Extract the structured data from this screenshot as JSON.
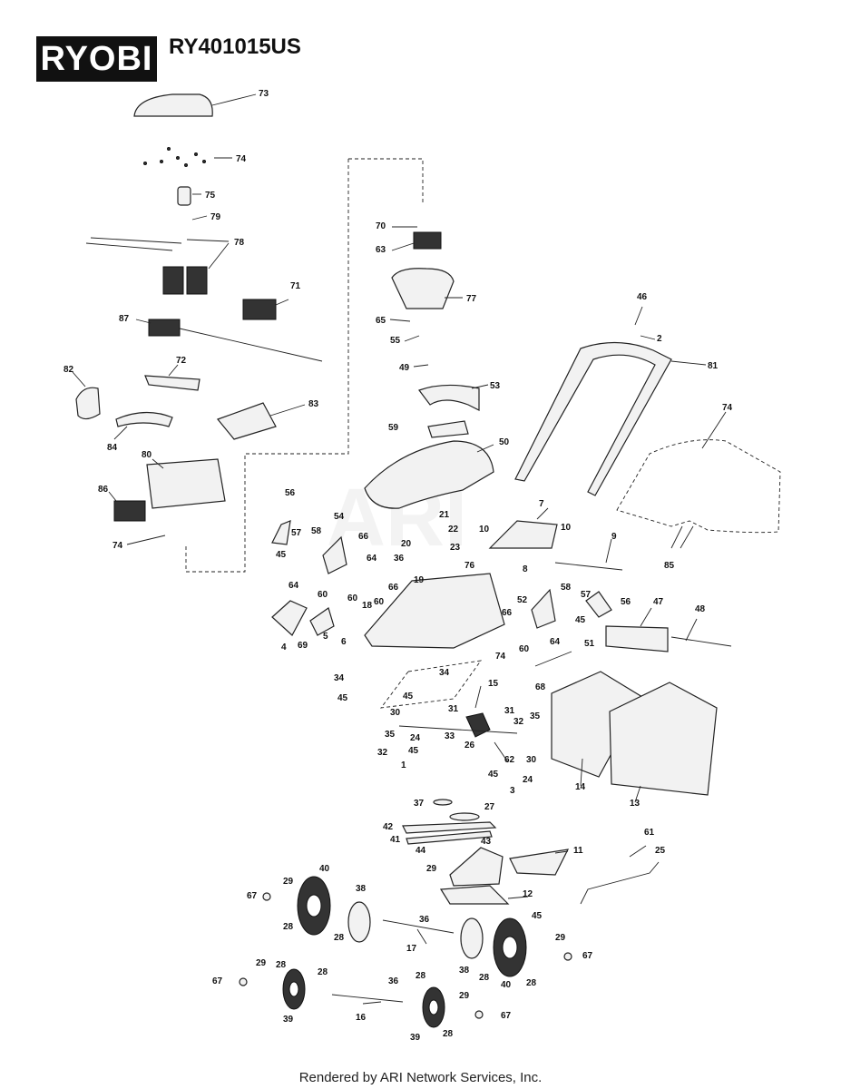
{
  "header": {
    "brand": "RYOBI",
    "model": "RY401015US"
  },
  "footer": {
    "text": "Rendered by ARI Network Services, Inc."
  },
  "watermark": "ARI",
  "callouts": [
    {
      "id": "c73",
      "label": "73"
    },
    {
      "id": "c74a",
      "label": "74"
    },
    {
      "id": "c75",
      "label": "75"
    },
    {
      "id": "c79",
      "label": "79"
    },
    {
      "id": "c78",
      "label": "78"
    },
    {
      "id": "c71",
      "label": "71"
    },
    {
      "id": "c87",
      "label": "87"
    },
    {
      "id": "c82",
      "label": "82"
    },
    {
      "id": "c72",
      "label": "72"
    },
    {
      "id": "c84",
      "label": "84"
    },
    {
      "id": "c83",
      "label": "83"
    },
    {
      "id": "c80",
      "label": "80"
    },
    {
      "id": "c86",
      "label": "86"
    },
    {
      "id": "c74b",
      "label": "74"
    },
    {
      "id": "c70",
      "label": "70"
    },
    {
      "id": "c63",
      "label": "63"
    },
    {
      "id": "c77",
      "label": "77"
    },
    {
      "id": "c65",
      "label": "65"
    },
    {
      "id": "c55",
      "label": "55"
    },
    {
      "id": "c49",
      "label": "49"
    },
    {
      "id": "c53",
      "label": "53"
    },
    {
      "id": "c59",
      "label": "59"
    },
    {
      "id": "c50",
      "label": "50"
    },
    {
      "id": "c46",
      "label": "46"
    },
    {
      "id": "c2",
      "label": "2"
    },
    {
      "id": "c81",
      "label": "81"
    },
    {
      "id": "c74c",
      "label": "74"
    },
    {
      "id": "c85",
      "label": "85"
    },
    {
      "id": "c56a",
      "label": "56"
    },
    {
      "id": "c58a",
      "label": "58"
    },
    {
      "id": "c54",
      "label": "54"
    },
    {
      "id": "c57a",
      "label": "57"
    },
    {
      "id": "c45a",
      "label": "45"
    },
    {
      "id": "c66a",
      "label": "66"
    },
    {
      "id": "c64a",
      "label": "64"
    },
    {
      "id": "c64b",
      "label": "64"
    },
    {
      "id": "c60a",
      "label": "60"
    },
    {
      "id": "c60b",
      "label": "60"
    },
    {
      "id": "c60c",
      "label": "60"
    },
    {
      "id": "c18",
      "label": "18"
    },
    {
      "id": "c66b",
      "label": "66"
    },
    {
      "id": "c4",
      "label": "4"
    },
    {
      "id": "c69",
      "label": "69"
    },
    {
      "id": "c5",
      "label": "5"
    },
    {
      "id": "c6",
      "label": "6"
    },
    {
      "id": "c21",
      "label": "21"
    },
    {
      "id": "c22",
      "label": "22"
    },
    {
      "id": "c20",
      "label": "20"
    },
    {
      "id": "c23",
      "label": "23"
    },
    {
      "id": "c36a",
      "label": "36"
    },
    {
      "id": "c19",
      "label": "19"
    },
    {
      "id": "c76",
      "label": "76"
    },
    {
      "id": "c7",
      "label": "7"
    },
    {
      "id": "c10a",
      "label": "10"
    },
    {
      "id": "c10b",
      "label": "10"
    },
    {
      "id": "c9",
      "label": "9"
    },
    {
      "id": "c8",
      "label": "8"
    },
    {
      "id": "c58b",
      "label": "58"
    },
    {
      "id": "c52",
      "label": "52"
    },
    {
      "id": "c57b",
      "label": "57"
    },
    {
      "id": "c56b",
      "label": "56"
    },
    {
      "id": "c66c",
      "label": "66"
    },
    {
      "id": "c45b",
      "label": "45"
    },
    {
      "id": "c64c",
      "label": "64"
    },
    {
      "id": "c51",
      "label": "51"
    },
    {
      "id": "c60d",
      "label": "60"
    },
    {
      "id": "c47",
      "label": "47"
    },
    {
      "id": "c48",
      "label": "48"
    },
    {
      "id": "c68",
      "label": "68"
    },
    {
      "id": "c74d",
      "label": "74"
    },
    {
      "id": "c34a",
      "label": "34"
    },
    {
      "id": "c34b",
      "label": "34"
    },
    {
      "id": "c45c",
      "label": "45"
    },
    {
      "id": "c45d",
      "label": "45"
    },
    {
      "id": "c15",
      "label": "15"
    },
    {
      "id": "c31a",
      "label": "31"
    },
    {
      "id": "c31b",
      "label": "31"
    },
    {
      "id": "c30a",
      "label": "30"
    },
    {
      "id": "c32a",
      "label": "32"
    },
    {
      "id": "c35a",
      "label": "35"
    },
    {
      "id": "c24a",
      "label": "24"
    },
    {
      "id": "c33",
      "label": "33"
    },
    {
      "id": "c32b",
      "label": "32"
    },
    {
      "id": "c35b",
      "label": "35"
    },
    {
      "id": "c45e",
      "label": "45"
    },
    {
      "id": "c26",
      "label": "26"
    },
    {
      "id": "c62",
      "label": "62"
    },
    {
      "id": "c30b",
      "label": "30"
    },
    {
      "id": "c45f",
      "label": "45"
    },
    {
      "id": "c24b",
      "label": "24"
    },
    {
      "id": "c1",
      "label": "1"
    },
    {
      "id": "c3",
      "label": "3"
    },
    {
      "id": "c14",
      "label": "14"
    },
    {
      "id": "c13",
      "label": "13"
    },
    {
      "id": "c37",
      "label": "37"
    },
    {
      "id": "c27",
      "label": "27"
    },
    {
      "id": "c42",
      "label": "42"
    },
    {
      "id": "c41",
      "label": "41"
    },
    {
      "id": "c44",
      "label": "44"
    },
    {
      "id": "c43",
      "label": "43"
    },
    {
      "id": "c29a",
      "label": "29"
    },
    {
      "id": "c11",
      "label": "11"
    },
    {
      "id": "c61",
      "label": "61"
    },
    {
      "id": "c25",
      "label": "25"
    },
    {
      "id": "c40a",
      "label": "40"
    },
    {
      "id": "c29b",
      "label": "29"
    },
    {
      "id": "c67a",
      "label": "67"
    },
    {
      "id": "c38a",
      "label": "38"
    },
    {
      "id": "c28a",
      "label": "28"
    },
    {
      "id": "c28b",
      "label": "28"
    },
    {
      "id": "c12",
      "label": "12"
    },
    {
      "id": "c45g",
      "label": "45"
    },
    {
      "id": "c36b",
      "label": "36"
    },
    {
      "id": "c17",
      "label": "17"
    },
    {
      "id": "c29c",
      "label": "29"
    },
    {
      "id": "c67b",
      "label": "67"
    },
    {
      "id": "c38b",
      "label": "38"
    },
    {
      "id": "c28c",
      "label": "28"
    },
    {
      "id": "c40b",
      "label": "40"
    },
    {
      "id": "c28d",
      "label": "28"
    },
    {
      "id": "c67c",
      "label": "67"
    },
    {
      "id": "c29d",
      "label": "29"
    },
    {
      "id": "c28e",
      "label": "28"
    },
    {
      "id": "c28f",
      "label": "28"
    },
    {
      "id": "c36c",
      "label": "36"
    },
    {
      "id": "c28g",
      "label": "28"
    },
    {
      "id": "c39a",
      "label": "39"
    },
    {
      "id": "c16",
      "label": "16"
    },
    {
      "id": "c29e",
      "label": "29"
    },
    {
      "id": "c67d",
      "label": "67"
    },
    {
      "id": "c39b",
      "label": "39"
    },
    {
      "id": "c28h",
      "label": "28"
    }
  ]
}
